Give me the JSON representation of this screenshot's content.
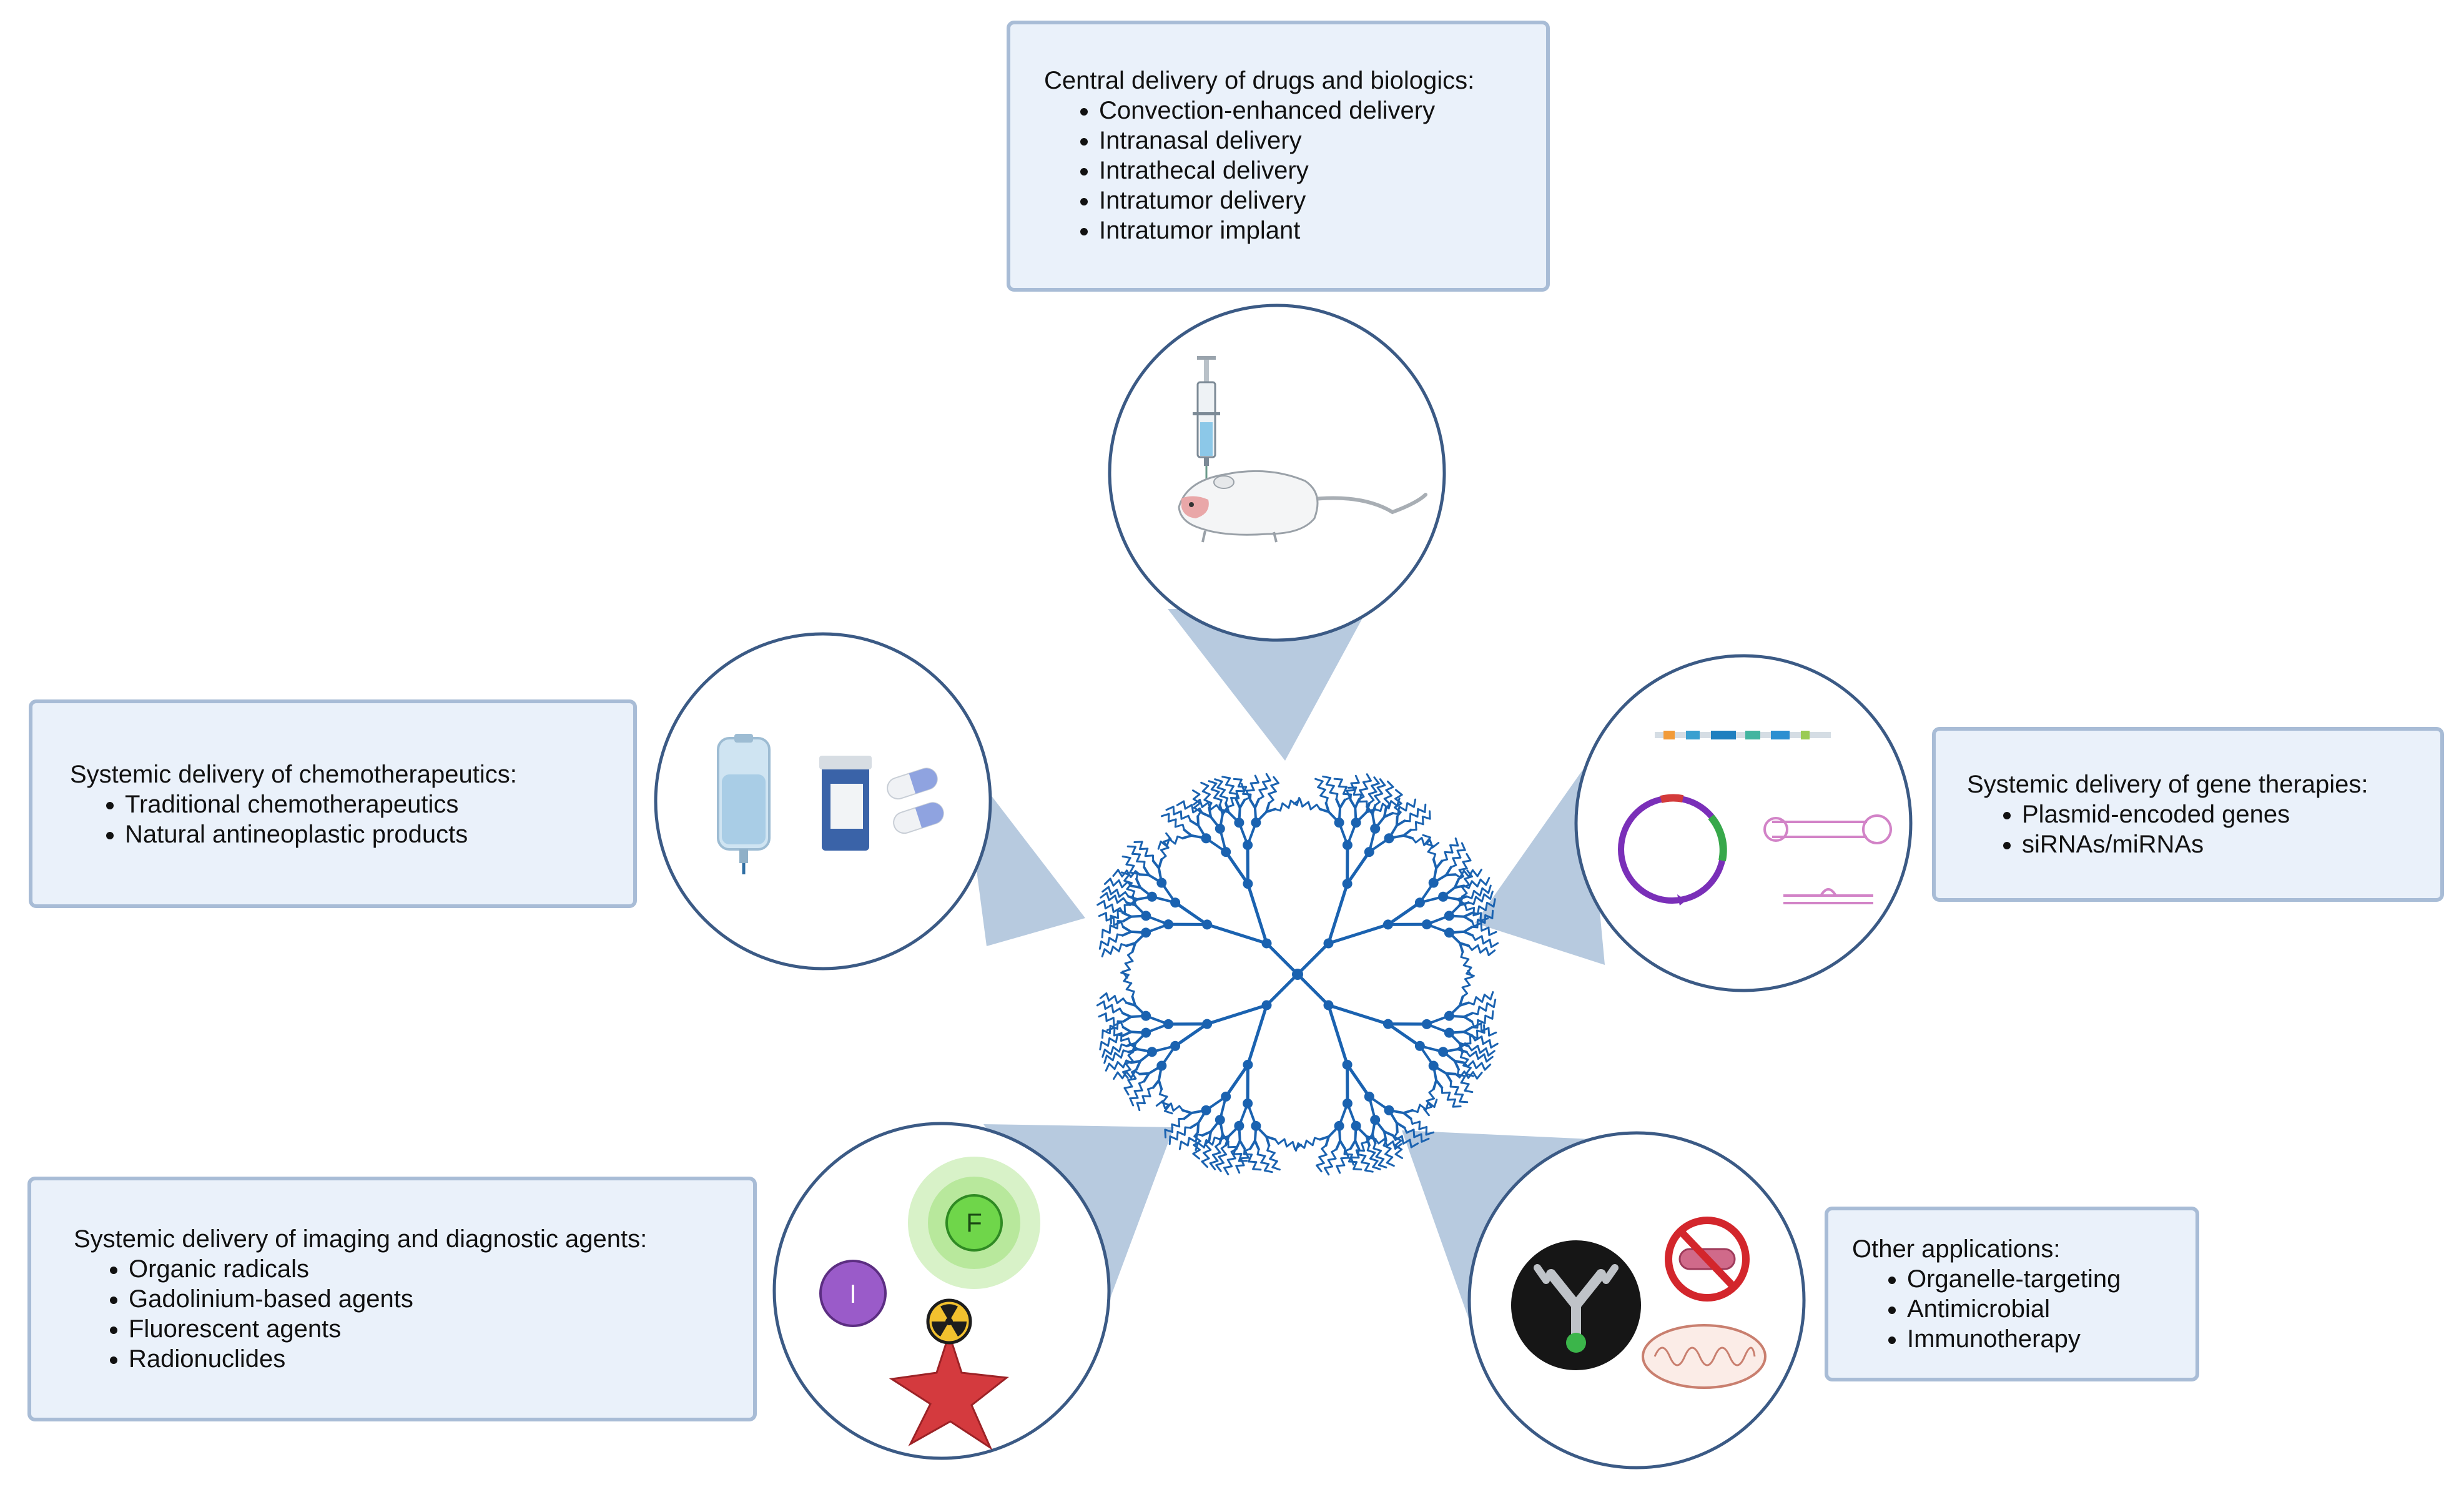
{
  "boxes": {
    "central": {
      "title": "Central delivery of drugs and biologics:",
      "items": [
        "Convection-enhanced delivery",
        "Intranasal delivery",
        "Intrathecal delivery",
        "Intratumor delivery",
        "Intratumor implant"
      ]
    },
    "chemo": {
      "title": "Systemic delivery of chemotherapeutics:",
      "items": [
        "Traditional chemotherapeutics",
        "Natural antineoplastic products"
      ]
    },
    "gene": {
      "title": "Systemic delivery of gene therapies:",
      "items": [
        "Plasmid-encoded genes",
        "siRNAs/miRNAs"
      ]
    },
    "imaging": {
      "title": "Systemic delivery of imaging and diagnostic agents:",
      "items": [
        "Organic radicals",
        "Gadolinium-based agents",
        "Fluorescent agents",
        "Radionuclides"
      ]
    },
    "other": {
      "title": "Other applications:",
      "items": [
        "Organelle-targeting",
        "Antimicrobial",
        "Immunotherapy"
      ]
    }
  },
  "icons": {
    "fluorine_label": "F",
    "iodine_label": "I"
  },
  "colors": {
    "box_fill": "#eaf1fa",
    "box_border": "#a8bcd6",
    "circle_border": "#3b5a85",
    "connector": "#b7cadf",
    "dendrimer": "#1a62b0"
  }
}
